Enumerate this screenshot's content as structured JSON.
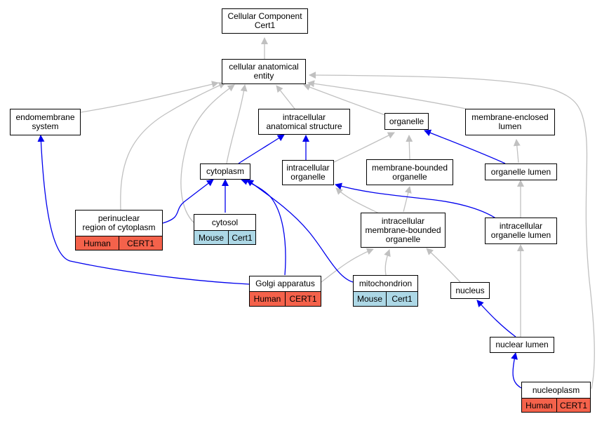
{
  "colors": {
    "human": "#f4624b",
    "mouse": "#add8e6",
    "is_a_edge": "#c0c0c0",
    "part_of_edge": "#0000ee"
  },
  "nodes": {
    "root": "Cellular Component\nCert1",
    "cae": "cellular anatomical\nentity",
    "endo": "endomembrane\nsystem",
    "ias": "intracellular\nanatomical structure",
    "organelle": "organelle",
    "mel": "membrane-enclosed\nlumen",
    "cytoplasm": "cytoplasm",
    "io": "intracellular\norganelle",
    "mbo": "membrane-bounded\norganelle",
    "ol": "organelle lumen",
    "perinuc": "perinuclear\nregion of cytoplasm",
    "cytosol": "cytosol",
    "imbo": "intracellular\nmembrane-bounded\norganelle",
    "iol": "intracellular\norganelle lumen",
    "golgi": "Golgi apparatus",
    "mito": "mitochondrion",
    "nucleus": "nucleus",
    "nuclum": "nuclear lumen",
    "nucleoplasm": "nucleoplasm"
  },
  "annotations": {
    "perinuc": [
      "Human",
      "CERT1"
    ],
    "cytosol": [
      "Mouse",
      "Cert1"
    ],
    "golgi": [
      "Human",
      "CERT1"
    ],
    "mito": [
      "Mouse",
      "Cert1"
    ],
    "nucleoplasm": [
      "Human",
      "CERT1"
    ]
  }
}
